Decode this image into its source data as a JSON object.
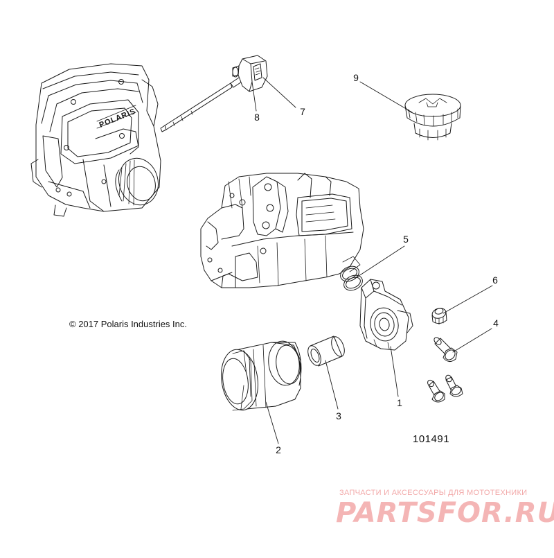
{
  "callouts": {
    "c1": "1",
    "c2": "2",
    "c3": "3",
    "c4": "4",
    "c5": "5",
    "c6": "6",
    "c7": "7",
    "c8": "8",
    "c9": "9"
  },
  "parts": {
    "engine_housing_left": {
      "icon": "engine-housing-icon"
    },
    "engine_block_center": {
      "icon": "engine-block-icon"
    },
    "dipstick": {
      "icon": "dipstick-icon"
    },
    "oil_filler_cap": {
      "icon": "filler-cap-icon"
    },
    "oil_filter_adapter": {
      "icon": "filter-adapter-icon"
    },
    "oil_filter": {
      "icon": "oil-filter-icon"
    },
    "filter_sleeve": {
      "icon": "sleeve-icon"
    },
    "o_rings": {
      "icon": "o-ring-icon"
    },
    "plug": {
      "icon": "plug-icon"
    },
    "bolts": {
      "icon": "bolt-icon"
    }
  },
  "copyright": "© 2017 Polaris Industries Inc.",
  "drawing_number": "101491",
  "watermark": {
    "tagline": "ЗАПЧАСТИ И АКСЕССУАРЫ ДЛЯ МОТОТЕХНИКИ",
    "logo": "PARTSFOR.RU",
    "color": "#f4b5b5"
  },
  "line_color": "#1a1a1a",
  "shade_color": "#555555"
}
